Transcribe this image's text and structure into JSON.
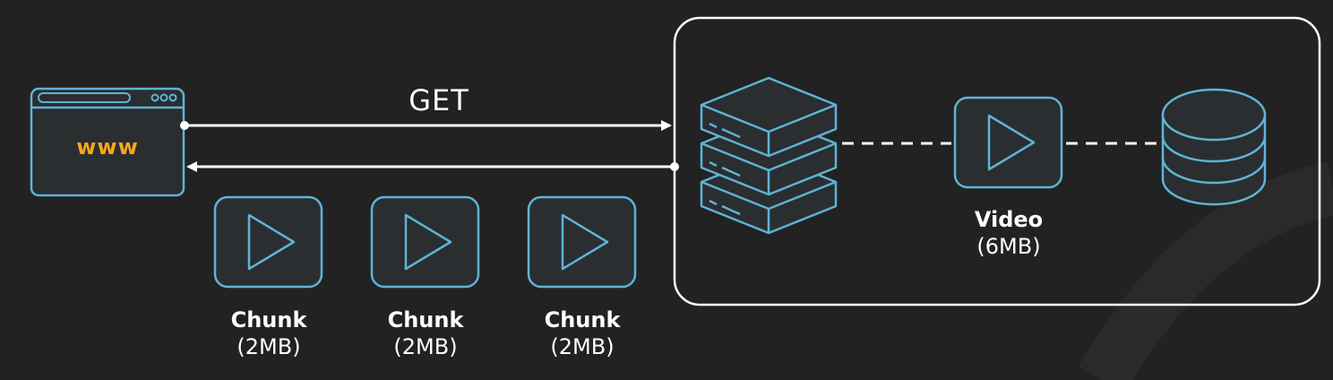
{
  "colors": {
    "background": "#222222",
    "icon_stroke": "#5fb3d6",
    "icon_fill": "#2a2e30",
    "line": "#ffffff",
    "www_text": "#f3a81b"
  },
  "browser": {
    "icon": "browser-window-icon",
    "address_text": "www"
  },
  "request": {
    "label": "GET"
  },
  "server_box": {
    "server_icon": "server-stack-icon",
    "database_icon": "database-icon",
    "video": {
      "icon": "play-icon",
      "title": "Video",
      "size": "(6MB)"
    }
  },
  "chunks": [
    {
      "icon": "play-icon",
      "title": "Chunk",
      "size": "(2MB)"
    },
    {
      "icon": "play-icon",
      "title": "Chunk",
      "size": "(2MB)"
    },
    {
      "icon": "play-icon",
      "title": "Chunk",
      "size": "(2MB)"
    }
  ]
}
